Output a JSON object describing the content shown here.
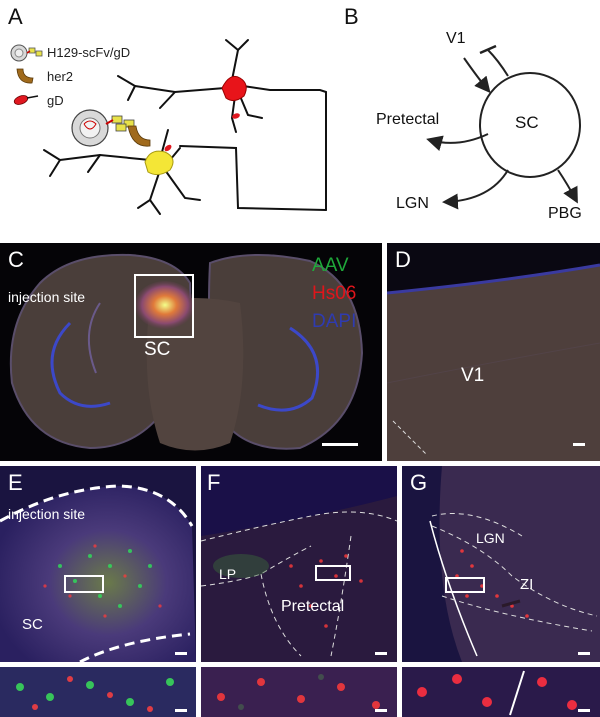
{
  "panels": {
    "A": {
      "label": "A",
      "legend": [
        {
          "text": "H129-scFv/gD",
          "icon": "virus-icon"
        },
        {
          "text": "her2",
          "icon": "her2-receptor-icon"
        },
        {
          "text": "gD",
          "icon": "gD-protein-icon"
        }
      ],
      "colors": {
        "neuron_upper": "#e8141a",
        "neuron_lower": "#f4e636"
      }
    },
    "B": {
      "label": "B",
      "nodes": {
        "center": "SC",
        "v1": "V1",
        "pretectal": "Pretectal",
        "lgn": "LGN",
        "pbg": "PBG"
      }
    },
    "C": {
      "label": "C",
      "inset_label": "injection site",
      "region_label": "SC",
      "channels": [
        {
          "name": "AAV",
          "color": "#1fa83a"
        },
        {
          "name": "Hs06",
          "color": "#e0151b"
        },
        {
          "name": "DAPI",
          "color": "#2f3bb0"
        }
      ]
    },
    "D": {
      "label": "D",
      "region_label": "V1"
    },
    "E": {
      "label": "E",
      "inset_label": "injection site",
      "region_label": "SC"
    },
    "F": {
      "label": "F",
      "region_labels": {
        "lp": "LP",
        "pretectal": "Pretectal"
      }
    },
    "G": {
      "label": "G",
      "region_labels": {
        "lgn": "LGN",
        "zi": "ZI"
      }
    }
  }
}
